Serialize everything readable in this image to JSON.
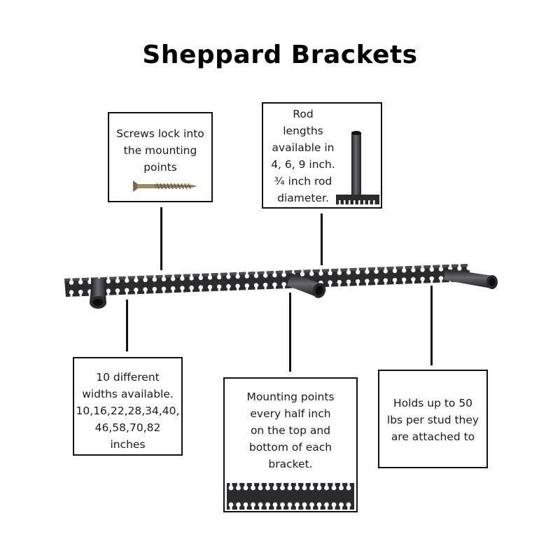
{
  "title": "Sheppard Brackets",
  "callouts": {
    "screws": {
      "text": "Screws lock into the mounting points"
    },
    "rods": {
      "line1": "Rod",
      "line2": "lengths",
      "line3": "available in",
      "line4": "4, 6, 9 inch.",
      "line5": "¾ inch rod",
      "line6": "diameter."
    },
    "widths": {
      "line1": "10 different",
      "line2": "widths available.",
      "line3": "10,16,22,28,34,40,",
      "line4": "46,58,70,82",
      "line5": "inches"
    },
    "mounting": {
      "line1": "Mounting points",
      "line2": "every half inch",
      "line3": "on the top and",
      "line4": "bottom of each",
      "line5": "bracket."
    },
    "holds": {
      "line1": "Holds up to 50",
      "line2": "lbs per stud they",
      "line3": "are attached to"
    }
  },
  "colors": {
    "metal": "#2b2b2e",
    "metal_highlight": "#5a5a60",
    "screw": "#8a7a55",
    "line": "#111111"
  }
}
